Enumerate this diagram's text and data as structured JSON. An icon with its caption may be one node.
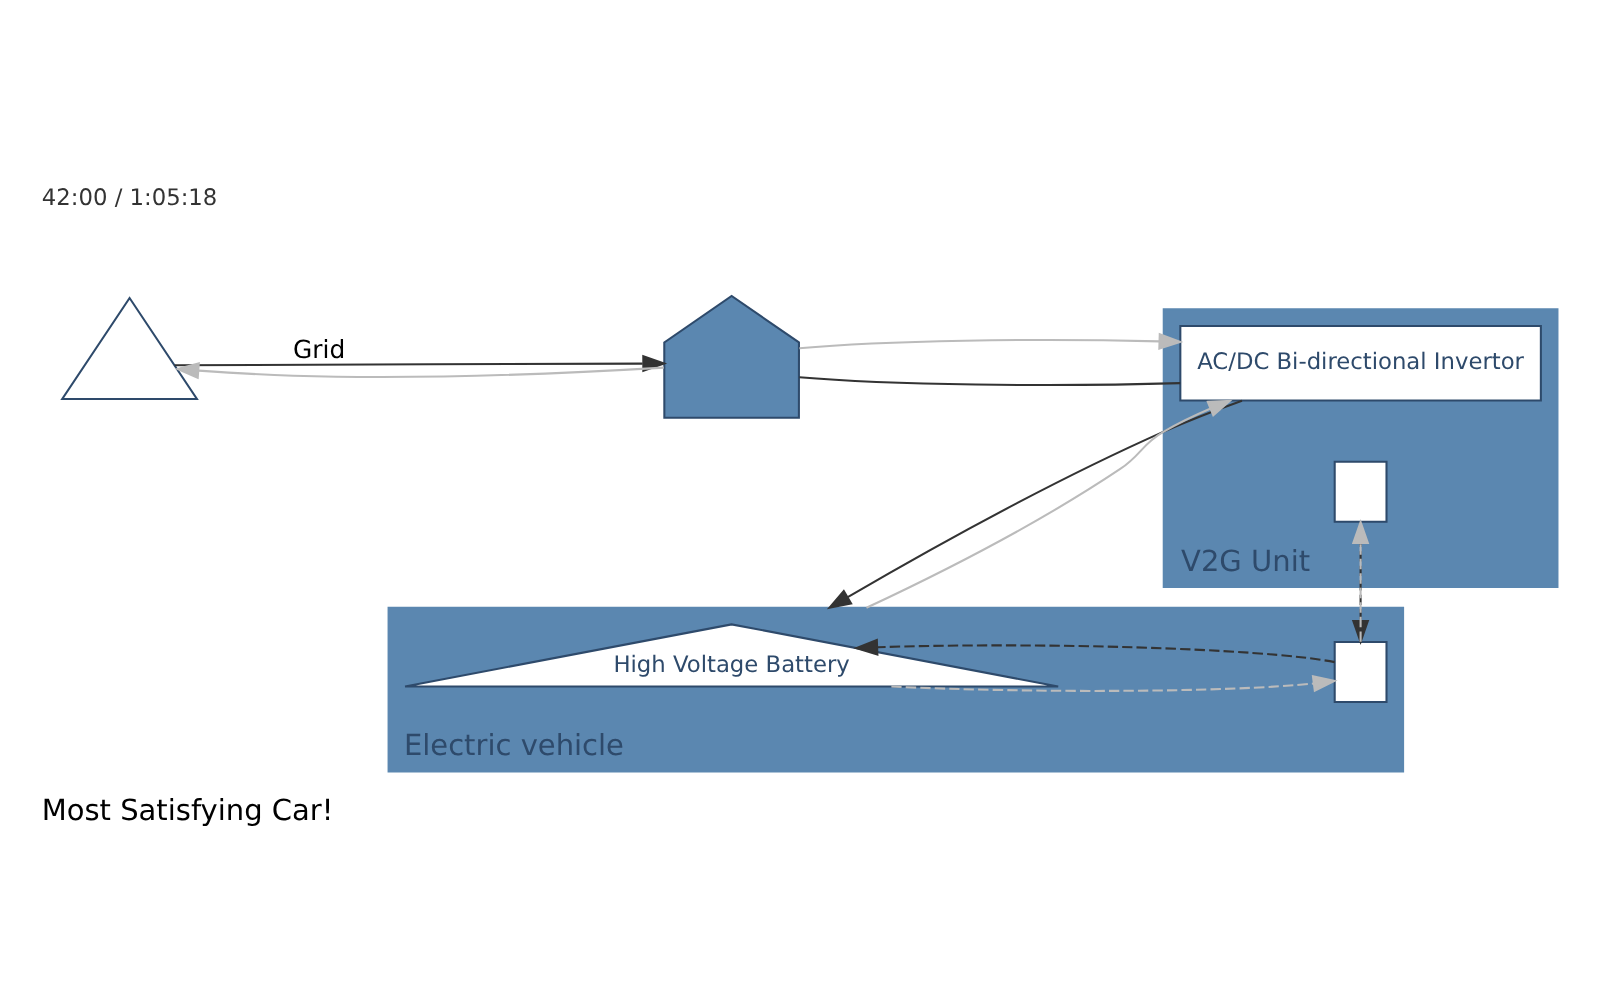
{
  "diagram": {
    "caption": "Most Satisfying Car!",
    "nodes": [
      {
        "text": [],
        "shape": "picture"
      },
      {
        "text": [],
        "shape": "picture"
      },
      {
        "text": [
          "V2G Unit"
        ]
      },
      {
        "text": [
          "AC/DC Bi-directional Invertor"
        ],
        "in": 2
      },
      {
        "text": [],
        "shape": "box",
        "in": 2
      },
      {
        "text": [
          "Electric vehicle"
        ]
      },
      {
        "text": [
          "High Voltage Battery"
        ],
        "in": 5
      },
      {
        "text": [],
        "shape": "box",
        "in": 5
      }
    ],
    "edges": [
      {
        "from": 0,
        "to": 1,
        "arrow": "to",
        "label": "Grid"
      },
      {
        "from": 1,
        "to": 0,
        "arrow": "to",
        "color": "#bbbbbb"
      },
      {
        "from": 1,
        "to": 3,
        "arrow": "none"
      },
      {
        "from": 3,
        "to": 5,
        "arrow": "to"
      },
      {
        "from": 5,
        "to": 3,
        "arrow": "to",
        "color": "#bbbbbb"
      },
      {
        "from": 1,
        "to": 3,
        "arrow": "to",
        "color": "#bbbbbb"
      },
      {
        "from": 4,
        "to": 7,
        "arrow": "to",
        "style": "dashed"
      },
      {
        "from": 7,
        "to": 6,
        "arrow": "to",
        "style": "dashed"
      },
      {
        "from": 6,
        "to": 7,
        "arrow": "to",
        "style": "dashed",
        "color": "#bbbbbb"
      },
      {
        "from": 7,
        "to": 4,
        "arrow": "to",
        "style": "dashed",
        "color": "#bbbbbb"
      }
    ],
    "labels": [
      "42:00 / 1:05:18"
    ]
  }
}
